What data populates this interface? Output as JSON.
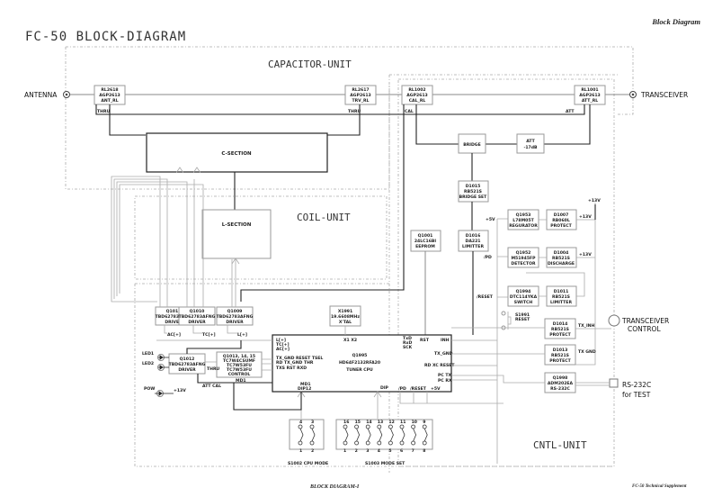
{
  "header": {
    "section": "Block Diagram",
    "title": "FC-50  BLOCK-DIAGRAM"
  },
  "footer": {
    "page_label": "BLOCK DIAGRAM-I",
    "doc_label": "FC-50 Technical Supplement"
  },
  "units": {
    "capacitor": "CAPACITOR-UNIT",
    "coil": "COIL-UNIT",
    "control": "CNTL-UNIT"
  },
  "ports": {
    "antenna": "ANTENNA",
    "transceiver": "TRANSCEIVER",
    "transceiver_control": [
      "TRANSCEIVER",
      "CONTROL"
    ],
    "rs232": [
      "RS-232C",
      "for TEST"
    ]
  },
  "relays": [
    {
      "lines": [
        "RL2618",
        "AGP2613",
        "ANT_RL"
      ],
      "tag": "THRU"
    },
    {
      "lines": [
        "RL2617",
        "AGP2613",
        "TRV_RL"
      ],
      "tag": "THRU"
    },
    {
      "lines": [
        "RL1002",
        "AGP2613",
        "CAL_RL"
      ],
      "tag": "CAL"
    },
    {
      "lines": [
        "RL1001",
        "AGP2613",
        "ATT_RL"
      ],
      "tag": "ATT"
    }
  ],
  "sections": {
    "c_section": "C-SECTION",
    "l_section": "L-SECTION"
  },
  "blocks": {
    "bridge": [
      "BRIDGE"
    ],
    "att": [
      "ATT",
      "-17dB"
    ],
    "bridge_set": [
      "D1015",
      "RB521S",
      "BRIDGE SET"
    ],
    "limitter1": [
      "D1016",
      "DA221",
      "LIMITTER"
    ],
    "eeprom": [
      "Q1001",
      "24LC16BI",
      "EEPROM"
    ],
    "regulator": [
      "Q1953",
      "L78M05T",
      "REGURATOR"
    ],
    "protect1": [
      "D1007",
      "RB060L",
      "PROTECT"
    ],
    "detector": [
      "Q1952",
      "M51945FP",
      "DETECTOR"
    ],
    "discharge": [
      "D1004",
      "RB521S",
      "DISCHARGE"
    ],
    "switch": [
      "Q1994",
      "DTC114YKA",
      "SWITCH"
    ],
    "limitter2": [
      "D1011",
      "RB521S",
      "LIMITTER"
    ],
    "protect2": [
      "D1014",
      "RB521S",
      "PROTECT"
    ],
    "protect3": [
      "D1013",
      "RB521S",
      "PROTECT"
    ],
    "rs232_ic": [
      "Q1998",
      "ADM202EA",
      "RS-232C"
    ],
    "xtal": [
      "X1991",
      "19.6608MHz",
      "X'TAL"
    ],
    "driver1": [
      "Q1011",
      "TBD62783AFNG",
      "DRIVER"
    ],
    "driver2": [
      "Q1010",
      "TBD62783AFNG",
      "DRIVER"
    ],
    "driver3": [
      "Q1009",
      "TBD62783AFNG",
      "DRIVER"
    ],
    "driver4": [
      "Q1012",
      "TBD62783AFNG",
      "DRIVER"
    ],
    "control": [
      "Q1013, 14, 15",
      "TC7W4CSUMF",
      "TC7W53FU",
      "TC7W53FU",
      "CONTROL"
    ]
  },
  "cpu": {
    "name": [
      "Q1995",
      "HD64F2132RFA20",
      "TUNER CPU"
    ],
    "pins_left": [
      "L[+]",
      "TC[+]",
      "AC[+]"
    ],
    "pins_left2": [
      "TX_GND  RESET  TSEL",
      "RD   TX_GND  THR",
      "TXS  RST  RXD"
    ],
    "pins_top": [
      "X1  X2",
      "TxD",
      "RxD",
      "SCK",
      "RST",
      "INH"
    ],
    "pins_right": [
      "TX_GND",
      "RD  XC  RESET",
      "PC  TX",
      "PC  RX"
    ],
    "pins_bottom": [
      "MD1",
      "DIP12",
      "DIP",
      "/PD",
      "/RESET",
      "+5V"
    ]
  },
  "signals": {
    "ac": "AC[+]",
    "tc": "TC[+]",
    "l": "L[+]",
    "led1": "LED1",
    "led2": "LED2",
    "pow": "POW",
    "plus13": "+13V",
    "plus5": "+5V",
    "pd": "/PD",
    "reset": "/RESET",
    "thru": "THRU",
    "att_cal": "ATT  CAL",
    "md1": "MD1",
    "tx_inh": "TX_INH",
    "tx_gnd": "TX GND",
    "s1991": [
      "S1991",
      "RESET"
    ]
  },
  "switches": {
    "cpu_mode": {
      "label": "S1002  CPU MODE",
      "top": [
        "4",
        "3"
      ],
      "bottom": [
        "1",
        "2"
      ]
    },
    "mode_set": {
      "label": "S1003  MODE SET",
      "top": [
        "16",
        "15",
        "14",
        "13",
        "12",
        "11",
        "10",
        "9"
      ],
      "bottom": [
        "1",
        "2",
        "3",
        "4",
        "5",
        "6",
        "7",
        "8"
      ]
    }
  }
}
